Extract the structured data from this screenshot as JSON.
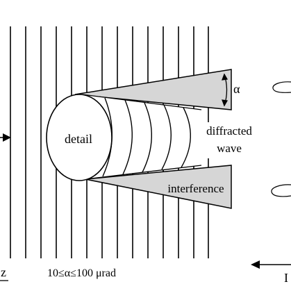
{
  "labels": {
    "detail": "detail",
    "diffracted_line1": "diffracted",
    "diffracted_line2": "wave",
    "interference": "interference",
    "alpha": "α",
    "range": "10≤α≤100 μrad",
    "z_axis": "z",
    "right_edge_fragment": "I"
  },
  "colors": {
    "cone_fill": "#d6d6d6",
    "stroke": "#000000",
    "background": "#ffffff"
  }
}
